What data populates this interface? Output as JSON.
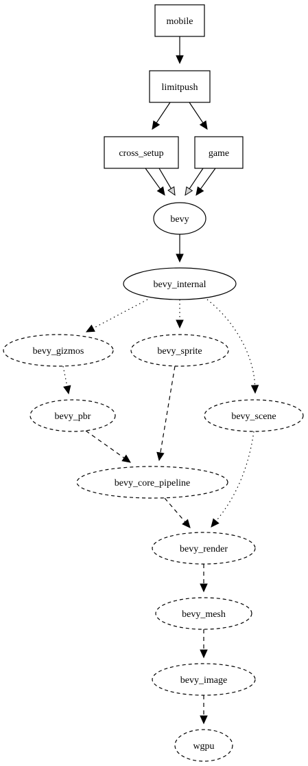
{
  "graph": {
    "nodes": [
      {
        "id": "mobile",
        "label": "mobile",
        "shape": "box",
        "style": "solid"
      },
      {
        "id": "limitpush",
        "label": "limitpush",
        "shape": "box",
        "style": "solid"
      },
      {
        "id": "cross_setup",
        "label": "cross_setup",
        "shape": "box",
        "style": "solid"
      },
      {
        "id": "game",
        "label": "game",
        "shape": "box",
        "style": "solid"
      },
      {
        "id": "bevy",
        "label": "bevy",
        "shape": "ellipse",
        "style": "solid"
      },
      {
        "id": "bevy_internal",
        "label": "bevy_internal",
        "shape": "ellipse",
        "style": "solid"
      },
      {
        "id": "bevy_gizmos",
        "label": "bevy_gizmos",
        "shape": "ellipse",
        "style": "dashed"
      },
      {
        "id": "bevy_sprite",
        "label": "bevy_sprite",
        "shape": "ellipse",
        "style": "dashed"
      },
      {
        "id": "bevy_pbr",
        "label": "bevy_pbr",
        "shape": "ellipse",
        "style": "dashed"
      },
      {
        "id": "bevy_scene",
        "label": "bevy_scene",
        "shape": "ellipse",
        "style": "dashed"
      },
      {
        "id": "bevy_core_pipeline",
        "label": "bevy_core_pipeline",
        "shape": "ellipse",
        "style": "dashed"
      },
      {
        "id": "bevy_render",
        "label": "bevy_render",
        "shape": "ellipse",
        "style": "dashed"
      },
      {
        "id": "bevy_mesh",
        "label": "bevy_mesh",
        "shape": "ellipse",
        "style": "dashed"
      },
      {
        "id": "bevy_image",
        "label": "bevy_image",
        "shape": "ellipse",
        "style": "dashed"
      },
      {
        "id": "wgpu",
        "label": "wgpu",
        "shape": "ellipse",
        "style": "dashed"
      }
    ],
    "edges": [
      {
        "from": "mobile",
        "to": "limitpush",
        "style": "solid",
        "arrow": "filled"
      },
      {
        "from": "limitpush",
        "to": "cross_setup",
        "style": "solid",
        "arrow": "filled"
      },
      {
        "from": "limitpush",
        "to": "game",
        "style": "solid",
        "arrow": "filled"
      },
      {
        "from": "cross_setup",
        "to": "bevy",
        "style": "solid",
        "arrow": "filled"
      },
      {
        "from": "cross_setup",
        "to": "bevy",
        "style": "solid",
        "arrow": "hollow"
      },
      {
        "from": "game",
        "to": "bevy",
        "style": "solid",
        "arrow": "filled"
      },
      {
        "from": "game",
        "to": "bevy",
        "style": "solid",
        "arrow": "hollow"
      },
      {
        "from": "bevy",
        "to": "bevy_internal",
        "style": "solid",
        "arrow": "filled"
      },
      {
        "from": "bevy_internal",
        "to": "bevy_gizmos",
        "style": "dotted",
        "arrow": "filled"
      },
      {
        "from": "bevy_internal",
        "to": "bevy_sprite",
        "style": "dotted",
        "arrow": "filled"
      },
      {
        "from": "bevy_internal",
        "to": "bevy_scene",
        "style": "dotted",
        "arrow": "filled"
      },
      {
        "from": "bevy_gizmos",
        "to": "bevy_pbr",
        "style": "dotted",
        "arrow": "filled"
      },
      {
        "from": "bevy_pbr",
        "to": "bevy_core_pipeline",
        "style": "dashed",
        "arrow": "filled"
      },
      {
        "from": "bevy_sprite",
        "to": "bevy_core_pipeline",
        "style": "dashed",
        "arrow": "filled"
      },
      {
        "from": "bevy_core_pipeline",
        "to": "bevy_render",
        "style": "dashed",
        "arrow": "filled"
      },
      {
        "from": "bevy_scene",
        "to": "bevy_render",
        "style": "dotted",
        "arrow": "filled"
      },
      {
        "from": "bevy_render",
        "to": "bevy_mesh",
        "style": "dashed",
        "arrow": "filled"
      },
      {
        "from": "bevy_mesh",
        "to": "bevy_image",
        "style": "dashed",
        "arrow": "filled"
      },
      {
        "from": "bevy_image",
        "to": "wgpu",
        "style": "dashed",
        "arrow": "filled"
      }
    ]
  }
}
